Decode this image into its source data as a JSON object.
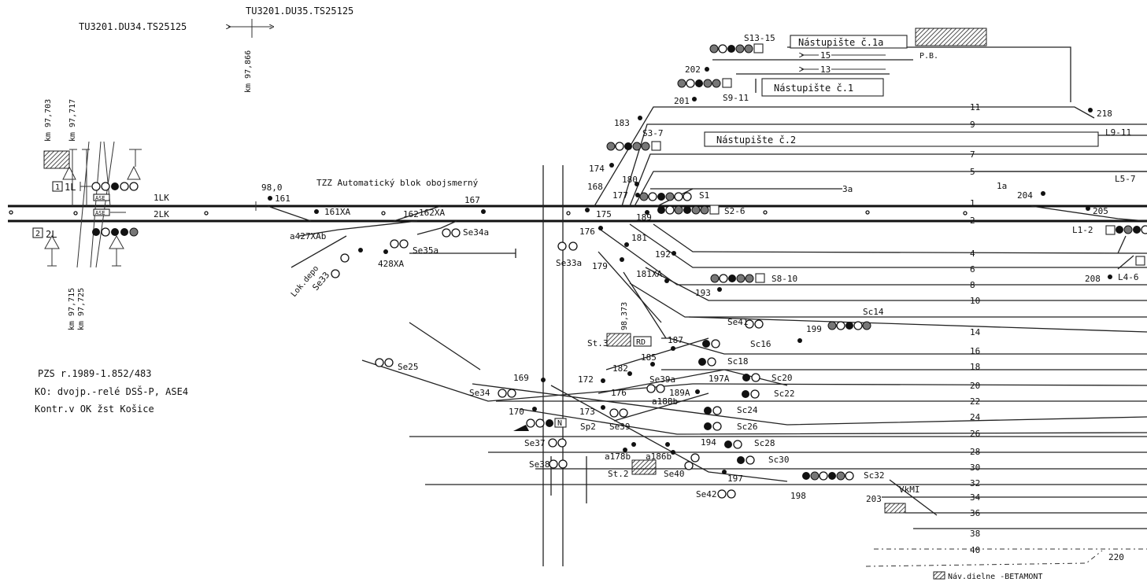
{
  "header": {
    "ref_left": "TU3201.DU34.TS25125",
    "ref_right": "TU3201.DU35.TS25125",
    "km_top": "km 97,866",
    "km_left_a": "km 97,703",
    "km_left_b": "km 97,717",
    "km_left_c": "km 97,715",
    "km_left_d": "km 97,725",
    "km_mid": "98,373"
  },
  "platforms": {
    "p1a": "Nástupište č.1a",
    "p1": "Nástupište č.1",
    "p2": "Nástupište č.2",
    "pb": "P.B."
  },
  "block_title": "TZZ Automatický blok obojsmerný",
  "notes": {
    "line1": "PZS r.1989-1.852/483",
    "line2": "KO: dvojp.-relé DSŠ-P, ASE4",
    "line3": "Kontr.v OK žst Košice"
  },
  "legend": "Náv.dielne -BETAMONT",
  "left_labels": {
    "l1": "1L",
    "l2": "2L",
    "box1": "1",
    "box2": "2",
    "lk1": "1LK",
    "lk2": "2LK",
    "ase1": "ASE",
    "ase2": "ASE",
    "km": "98,0",
    "n161": "161"
  },
  "points": [
    "161XA",
    "162",
    "162XA",
    "167",
    "a427XAb",
    "428XA",
    "175",
    "176",
    "177",
    "179",
    "180",
    "181",
    "181XA",
    "183",
    "185",
    "187",
    "189",
    "192",
    "193",
    "199",
    "168",
    "169",
    "170",
    "172",
    "173",
    "176",
    "182",
    "189A",
    "a188b",
    "197A",
    "194",
    "197",
    "198",
    "a178b",
    "a186b",
    "203",
    "204",
    "205",
    "208",
    "218",
    "202",
    "201",
    "174",
    "1a"
  ],
  "signals": [
    "S13-15",
    "S9-11",
    "S3-7",
    "S1",
    "S2-6",
    "S8-10",
    "Sc14",
    "Sc16",
    "Sc18",
    "Sc20",
    "Sc22",
    "Sc24",
    "Sc26",
    "Sc28",
    "Sc30",
    "Sc32",
    "Se34a",
    "Se35a",
    "Se33",
    "Se33a",
    "Se34",
    "Se25",
    "Se37",
    "Se38",
    "Se39",
    "Se39a",
    "Se40",
    "Se41",
    "Se42",
    "Sp2",
    "L9-11",
    "L5-7",
    "L1-2",
    "L4-6",
    "VkMI",
    "St.3",
    "RD",
    "St.2",
    "Lok.depo",
    "N"
  ],
  "tracks": [
    "15",
    "13",
    "11",
    "9",
    "7",
    "5",
    "3a",
    "1",
    "2",
    "4",
    "6",
    "8",
    "10",
    "14",
    "16",
    "18",
    "20",
    "22",
    "24",
    "26",
    "28",
    "30",
    "32",
    "34",
    "36",
    "38",
    "40",
    "220"
  ],
  "icons": {
    "signal_lamp": "signal-lamp-icon",
    "building": "hatched-building-icon",
    "marker": "point-dot-icon"
  }
}
